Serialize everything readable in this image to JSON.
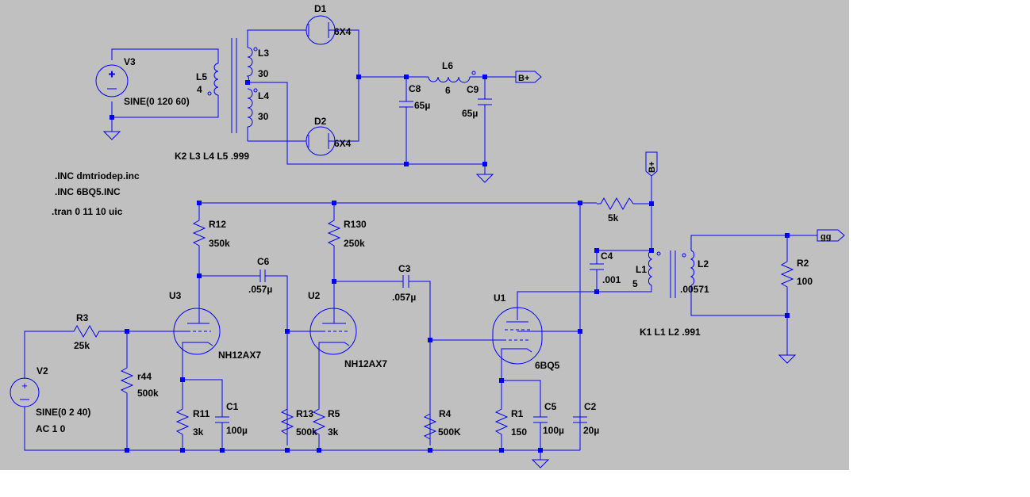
{
  "colors": {
    "canvas": "#c0c0c0",
    "wire": "#0000ff",
    "text": "#000000",
    "background": "#ffffff"
  },
  "sources": {
    "v3": {
      "name": "V3",
      "value": "SINE(0 120 60)"
    },
    "v2": {
      "name": "V2",
      "value": "SINE(0 2 40)",
      "extra": "AC 1 0"
    }
  },
  "inductors": {
    "l3": {
      "name": "L3",
      "value": "30"
    },
    "l4": {
      "name": "L4",
      "value": "30"
    },
    "l5": {
      "name": "L5",
      "value": "4"
    },
    "l6": {
      "name": "L6",
      "value": "6"
    },
    "l1": {
      "name": "L1",
      "value": "5"
    },
    "l2": {
      "name": "L2",
      "value": ".00571"
    }
  },
  "diodes": {
    "d1": {
      "name": "D1",
      "model": "6X4"
    },
    "d2": {
      "name": "D2",
      "model": "6X4"
    }
  },
  "capacitors": {
    "c8": {
      "name": "C8",
      "value": "65µ"
    },
    "c9": {
      "name": "C9",
      "value": "65µ"
    },
    "c6": {
      "name": "C6",
      "value": ".057µ"
    },
    "c3": {
      "name": "C3",
      "value": ".057µ"
    },
    "c4": {
      "name": "C4",
      "value": ".001"
    },
    "c1": {
      "name": "C1",
      "value": "100µ"
    },
    "c5": {
      "name": "C5",
      "value": "100µ"
    },
    "c2": {
      "name": "C2",
      "value": "20µ"
    }
  },
  "resistors": {
    "r12": {
      "name": "R12",
      "value": "350k"
    },
    "r130": {
      "name": "R130",
      "value": "250k"
    },
    "r5k": {
      "value": "5k"
    },
    "r2": {
      "name": "R2",
      "value": "100"
    },
    "r3": {
      "name": "R3",
      "value": "25k"
    },
    "r44": {
      "name": "r44",
      "value": "500k"
    },
    "r11": {
      "name": "R11",
      "value": "3k"
    },
    "r13": {
      "name": "R13",
      "value": "500k"
    },
    "r5": {
      "name": "R5",
      "value": "3k"
    },
    "r4": {
      "name": "R4",
      "value": "500K"
    },
    "r1": {
      "name": "R1",
      "value": "150"
    }
  },
  "tubes": {
    "u3": {
      "name": "U3",
      "model": "NH12AX7"
    },
    "u2": {
      "name": "U2",
      "model": "NH12AX7"
    },
    "u1": {
      "name": "U1",
      "model": "6BQ5"
    }
  },
  "flags": {
    "bplus": "B+",
    "bplus2": "B+",
    "gg": "gg"
  },
  "directives": {
    "k2": "K2 L3 L4 L5 .999",
    "k1": "K1 L1 L2 .991",
    "inc1": ".INC dmtriodep.inc",
    "inc2": ".INC 6BQ5.INC",
    "tran": ".tran 0 11 10 uic"
  }
}
